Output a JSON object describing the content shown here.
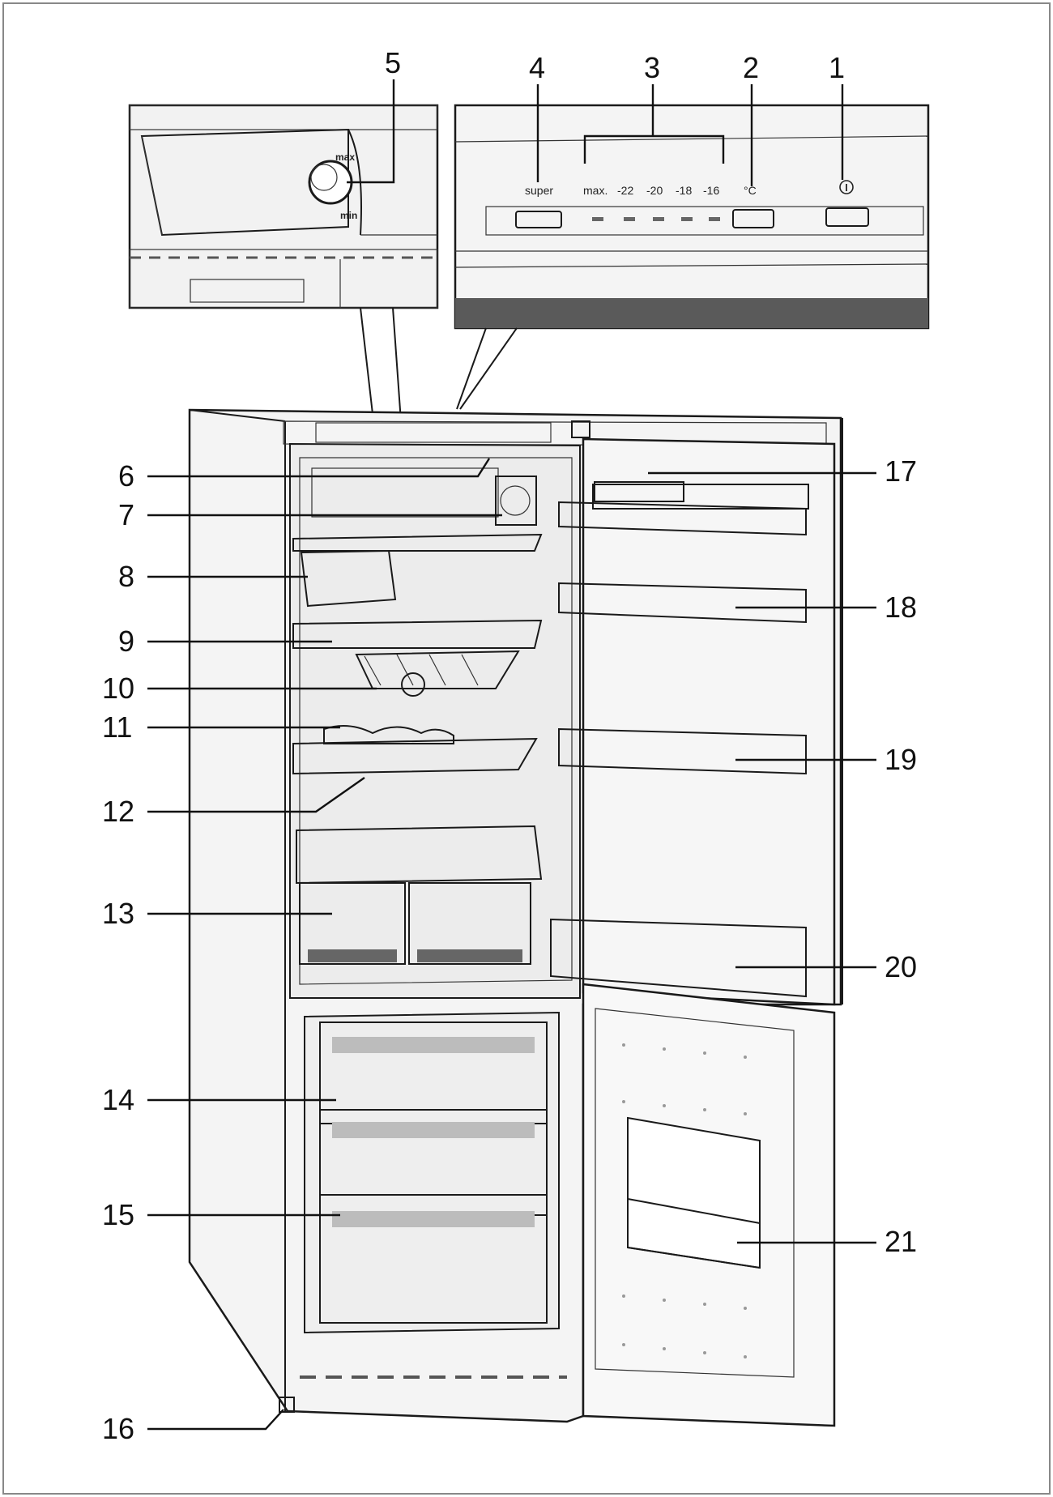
{
  "colors": {
    "line": "#1a1a1a",
    "body_fill": "#f4f4f4",
    "interior_fill": "#ebebeb",
    "shade": "#cfcfcf",
    "dark_strip": "#5a5a5a",
    "paper": "#ffffff"
  },
  "control_panel": {
    "super_label": "super",
    "scale": [
      "max.",
      "-22",
      "-20",
      "-18",
      "-16"
    ],
    "unit_label": "°C",
    "info_icon": "info-icon"
  },
  "knob": {
    "max_label": "max",
    "min_label": "min"
  },
  "callouts": {
    "c1": "1",
    "c2": "2",
    "c3": "3",
    "c4": "4",
    "c5": "5",
    "c6": "6",
    "c7": "7",
    "c8": "8",
    "c9": "9",
    "c10": "10",
    "c11": "11",
    "c12": "12",
    "c13": "13",
    "c14": "14",
    "c15": "15",
    "c16": "16",
    "c17": "17",
    "c18": "18",
    "c19": "19",
    "c20": "20",
    "c21": "21"
  }
}
